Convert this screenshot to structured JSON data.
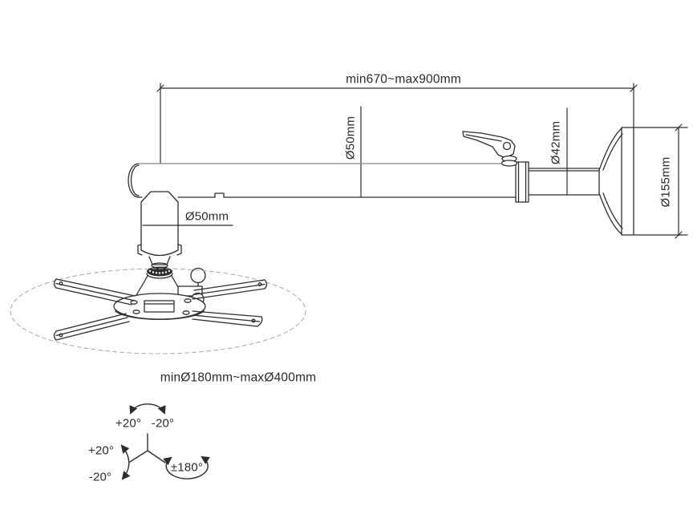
{
  "title": "Projector ceiling mount dimensional drawing",
  "labels": {
    "arm_length": "min670~max900mm",
    "outer_tube_dia": "Ø50mm",
    "inner_tube_dia": "Ø42mm",
    "plate_dia": "Ø155mm",
    "drop_tube_dia": "Ø50mm",
    "spider_range": "minØ180mm~maxØ400mm"
  },
  "rotation": {
    "tilt_plus": "+20°",
    "tilt_minus": "-20°",
    "roll_plus": "+20°",
    "roll_minus": "-20°",
    "swivel": "±180°"
  },
  "colors": {
    "line": "#2e2e2e",
    "light_line": "#8a8a8a",
    "dashed_ellipse": "#a8a8a8",
    "background": "#ffffff"
  }
}
